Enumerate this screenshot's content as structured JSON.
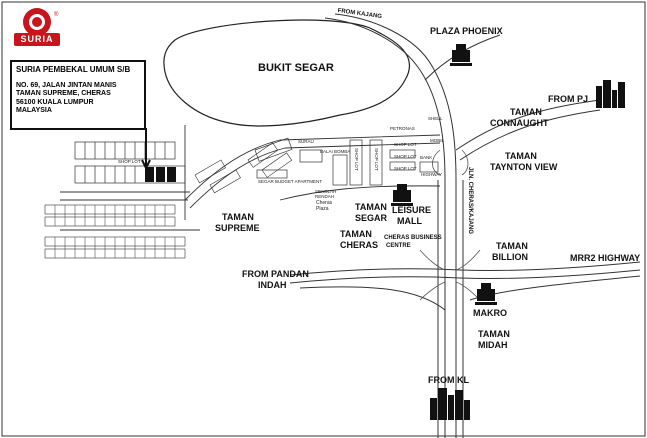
{
  "logo": {
    "text": "SURIA",
    "registered": "®",
    "color": "#c7151b"
  },
  "company": {
    "name": "SURIA PEMBEKAL UMUM S/B",
    "address": [
      "NO. 69, JALAN JINTAN MANIS",
      "TAMAN SUPREME, CHERAS",
      "56100 KUALA LUMPUR",
      "MALAYSIA"
    ]
  },
  "labels": {
    "bukit_segar": "BUKIT SEGAR",
    "plaza_phoenix": "PLAZA PHOENIX",
    "from_kajang": "FROM KAJANG",
    "from_pj": "FROM PJ",
    "taman_connaught": [
      "TAMAN",
      "CONNAUGHT"
    ],
    "taman_taynton_view": [
      "TAMAN",
      "TAYNTON VIEW"
    ],
    "taman_supreme": [
      "TAMAN",
      "SUPREME"
    ],
    "taman_segar": [
      "TAMAN",
      "SEGAR"
    ],
    "leisure_mall": [
      "LEISURE",
      "MALL"
    ],
    "taman_cheras": [
      "TAMAN",
      "CHERAS"
    ],
    "cheras_business_centre": [
      "CHERAS BUSINESS",
      "CENTRE"
    ],
    "jln_cheras_kajang": "JLN. CHERAS/KAJANG",
    "taman_billion": [
      "TAMAN",
      "BILLION"
    ],
    "mrr2_highway": "MRR2 HIGHWAY",
    "from_pandan_indah": [
      "FROM PANDAN",
      "INDAH"
    ],
    "makro": "MAKRO",
    "taman_midah": [
      "TAMAN",
      "MIDAH"
    ],
    "from_kl": "FROM KL"
  },
  "small_labels": {
    "shop_lot": "SHOP LOT",
    "surau": "SURAU",
    "balai_bomba": "BALAI BOMBA",
    "segar_budget_apartment": "SEGAR BUDGET APARTMENT",
    "cheras_plaza": [
      "SEKOLAH",
      "RENDAH",
      "Cheras",
      "Plaza"
    ],
    "petronas": "PETRONAS",
    "shell": "SHELL",
    "mobil": "MOBIL",
    "shop_lot_a": "SHOP LOT",
    "shop_lot_b": "SHOP LOT",
    "shop_lot_c": "SHOP LOT",
    "maybank_bank": "BANK",
    "highway_plaza": "HIGHWAY",
    "shop_lot_v1": "SHOP LOT",
    "shop_lot_v2": "SHOP LOT"
  },
  "icons": [
    "building-icon",
    "city-skyline-icon",
    "logo-sun-icon"
  ]
}
